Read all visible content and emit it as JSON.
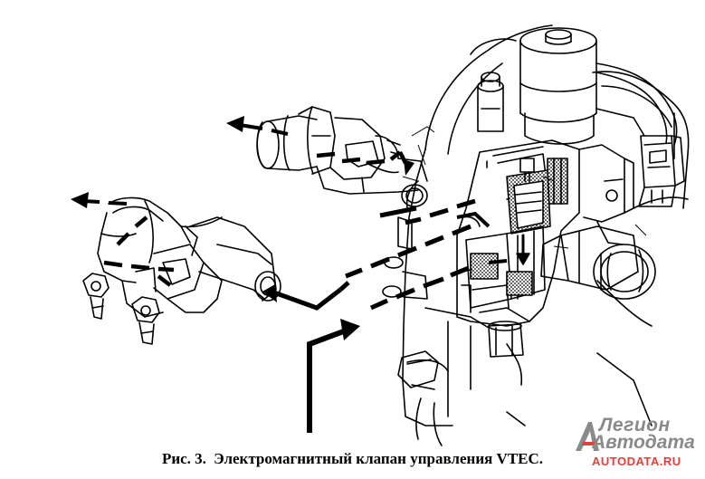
{
  "caption": {
    "lead": "Рис. 3.",
    "text": "Электромагнитный клапан управления VTEC."
  },
  "watermark": {
    "line1": "Легион",
    "line2": "Автодата",
    "site": "AUTODATA.RU"
  },
  "colors": {
    "ink": "#000000",
    "watermark_gray": "#8a8a8a",
    "watermark_red": "#e0403a"
  }
}
